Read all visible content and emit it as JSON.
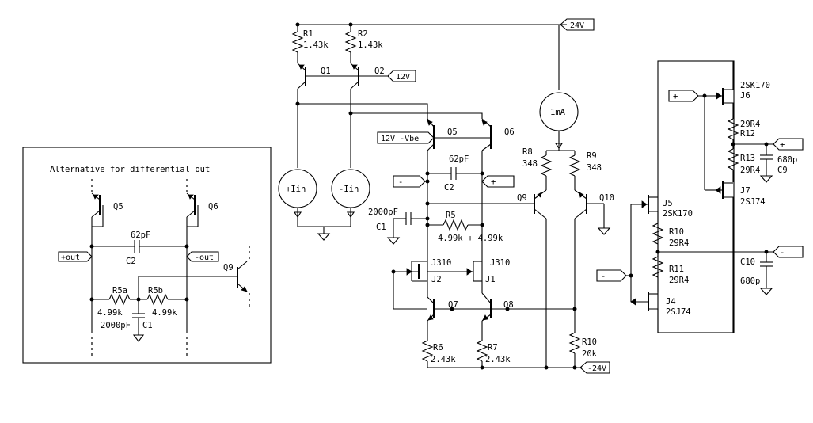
{
  "inset": {
    "title": "Alternative for differential out",
    "labels": {
      "q5": "Q5",
      "q6": "Q6",
      "q9": "Q9",
      "c2_value": "62pF",
      "c2": "C2",
      "plus_out": "+out",
      "minus_out": "-out",
      "r5a": "R5a",
      "r5b": "R5b",
      "r5a_value": "4.99k",
      "r5b_value": "4.99k",
      "c1": "C1",
      "c1_value": "2000pF"
    }
  },
  "main": {
    "rails": {
      "pos24": "24V",
      "neg24": "-24V",
      "v12": "12V",
      "v12vbe": "12V -Vbe"
    },
    "labels": {
      "r1": "R1",
      "r1_value": "1.43k",
      "r2": "R2",
      "r2_value": "1.43k",
      "q1": "Q1",
      "q2": "Q2",
      "q5": "Q5",
      "q6": "Q6",
      "i_plus": "+Iin",
      "i_minus": "-Iin",
      "c2_value": "62pF",
      "c2": "C2",
      "minus": "-",
      "plus": "+",
      "c1_value": "2000pF",
      "c1": "C1",
      "r5": "R5",
      "r5_value": "4.99k + 4.99k",
      "j310_a": "J310",
      "j310_b": "J310",
      "j2": "J2",
      "j1": "J1",
      "q7": "Q7",
      "q8": "Q8",
      "r6": "R6",
      "r6_value": "2.43k",
      "r7": "R7",
      "r7_value": "2.43k",
      "src_1ma": "1mA",
      "r8": "R8",
      "r8_value": "348",
      "r9": "R9",
      "r9_value": "348",
      "q9": "Q9",
      "q10": "Q10",
      "r10": "R10",
      "r10_value": "20k"
    }
  },
  "output_stage": {
    "labels": {
      "j6_part": "2SK170",
      "j6": "J6",
      "r12_value": "29R4",
      "r12": "R12",
      "r13": "R13",
      "r13_value": "29R4",
      "c9_value": "680p",
      "c9": "C9",
      "j7": "J7",
      "j7_part": "2SJ74",
      "j5": "J5",
      "j5_part": "2SK170",
      "r10": "R10",
      "r10_value": "29R4",
      "r11": "R11",
      "r11_value": "29R4",
      "c10": "C10",
      "c10_value": "680p",
      "j4": "J4",
      "j4_part": "2SJ74",
      "plus": "+",
      "minus": "-",
      "out_plus": "+",
      "out_minus": "-"
    }
  }
}
